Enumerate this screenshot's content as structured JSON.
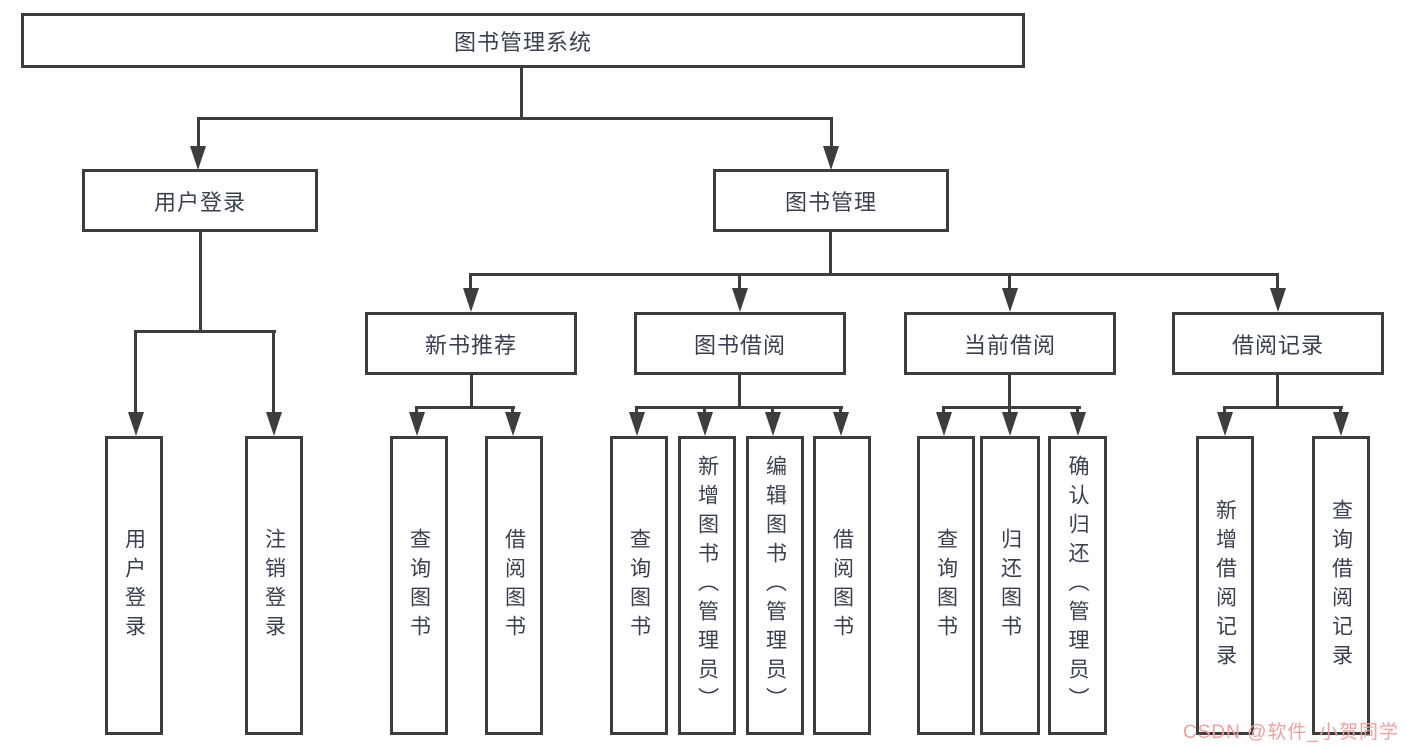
{
  "diagram": {
    "type": "hierarchy-tree",
    "title": "图书管理系统",
    "watermark": "CSDN @软件_小贺同学",
    "colors": {
      "line": "#3d3d3d",
      "text": "#39404f",
      "background": "#ffffff",
      "watermark": "#f2a0a0"
    },
    "nodes": {
      "root": "图书管理系统",
      "user_login": "用户登录",
      "book_mgmt": "图书管理",
      "new_book_rec": "新书推荐",
      "book_borrow": "图书借阅",
      "current_borrow": "当前借阅",
      "borrow_records": "借阅记录",
      "leaf_user_login": "用户登录",
      "leaf_logout": "注销登录",
      "leaf_query_books_rec": "查询图书",
      "leaf_borrow_books_rec": "借阅图书",
      "leaf_query_books_borrow": "查询图书",
      "leaf_add_books_admin": "新增图书（管理员）",
      "leaf_edit_books_admin": "编辑图书（管理员）",
      "leaf_borrow_books_borrow": "借阅图书",
      "leaf_query_books_current": "查询图书",
      "leaf_return_books": "归还图书",
      "leaf_confirm_return_admin": "确认归还（管理员）",
      "leaf_add_borrow_record": "新增借阅记录",
      "leaf_query_borrow_record": "查询借阅记录"
    },
    "hierarchy": {
      "图书管理系统": {
        "用户登录": [
          "用户登录",
          "注销登录"
        ],
        "图书管理": {
          "新书推荐": [
            "查询图书",
            "借阅图书"
          ],
          "图书借阅": [
            "查询图书",
            "新增图书（管理员）",
            "编辑图书（管理员）",
            "借阅图书"
          ],
          "当前借阅": [
            "查询图书",
            "归还图书",
            "确认归还（管理员）"
          ],
          "借阅记录": [
            "新增借阅记录",
            "查询借阅记录"
          ]
        }
      }
    }
  }
}
